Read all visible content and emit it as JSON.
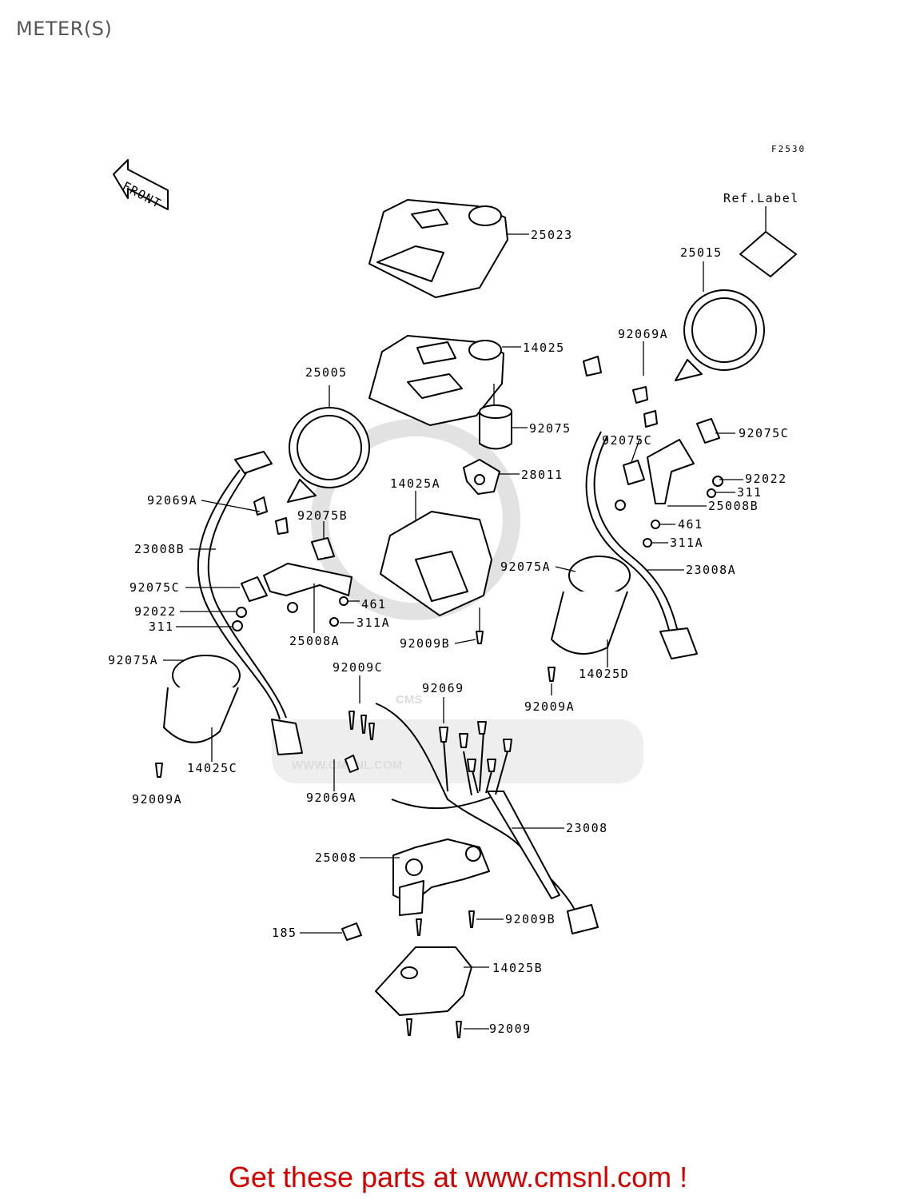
{
  "page": {
    "title": "METER(S)",
    "figure_code": "F2530",
    "front_label": "FRONT",
    "watermark": {
      "logo": "CMS",
      "url": "WWW.CMSNL.COM"
    },
    "promo_text": "Get these parts at www.cmsnl.com !",
    "promo_color": "#d40000"
  },
  "callouts": {
    "c25023": "25023",
    "c14025": "14025",
    "c92075": "92075",
    "c28011": "28011",
    "c14025A": "14025A",
    "c25005": "25005",
    "c92069A_left": "92069A",
    "c23008B": "23008B",
    "c92075B": "92075B",
    "c92075C_left": "92075C",
    "c92022_left": "92022",
    "c311_left": "311",
    "c461_left": "461",
    "c311A_left": "311A",
    "c25008A": "25008A",
    "c92009B_mid": "92009B",
    "c92075A_left": "92075A",
    "c14025C": "14025C",
    "c92009A_left": "92009A",
    "c92009C": "92009C",
    "c92069": "92069",
    "c92069A_bottom": "92069A",
    "c23008": "23008",
    "c25008": "25008",
    "c185": "185",
    "c92009B_bottom": "92009B",
    "c14025B": "14025B",
    "c92009": "92009",
    "cRefLabel": "Ref.Label",
    "c25015": "25015",
    "c92069A_right": "92069A",
    "c92075C_right": "92075C",
    "c92022_right": "92022",
    "c311_right": "311",
    "c25008B": "25008B",
    "c461_right": "461",
    "c311A_right": "311A",
    "c23008A": "23008A",
    "c92075A_right": "92075A",
    "c14025D": "14025D",
    "c92009A_right": "92009A"
  }
}
